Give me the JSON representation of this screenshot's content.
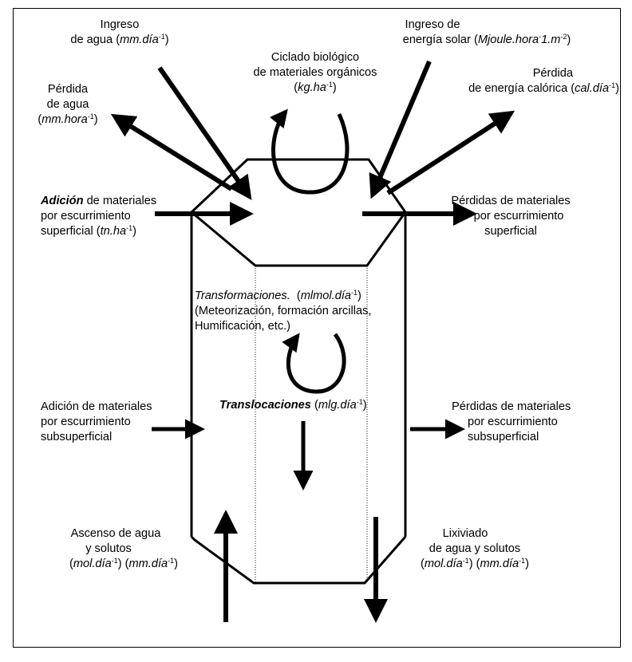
{
  "labels": {
    "ingreso_agua": {
      "line1": "Ingreso",
      "line2_text": "de agua (",
      "line2_unit": "mm.día",
      "line2_exp": "-1",
      "line2_close": ")"
    },
    "ingreso_energia": {
      "line1": "Ingreso de",
      "line2_text": "energía solar (",
      "line2_unit_a": "Mjoule.hora",
      "line2_exp_a": "-",
      "line2_unit_b": "1.m",
      "line2_exp_b": "-2",
      "line2_close": ")"
    },
    "ciclado": {
      "line1": "Ciclado biológico",
      "line2": "de materiales orgánicos",
      "line3_open": "(",
      "line3_unit": "kg.ha",
      "line3_exp": "-1",
      "line3_close": ")"
    },
    "perdida_agua": {
      "line1": "Pérdida",
      "line2": "de agua",
      "line3_open": "(",
      "line3_unit": "mm.hora",
      "line3_exp": "-1",
      "line3_close": ")"
    },
    "perdida_energia": {
      "line1": "Pérdida",
      "line2_text": "de energía calórica (",
      "line2_unit": "cal.día",
      "line2_exp": "-1",
      "line2_close": ")"
    },
    "adicion_superficial": {
      "line1_bold": "Adición",
      "line1_rest": " de materiales",
      "line2": "por escurrimiento",
      "line3_text": "superficial (",
      "line3_unit": "tn.ha",
      "line3_exp": "-1",
      "line3_close": ")"
    },
    "perdidas_superficial": {
      "line1": "Pérdidas de materiales",
      "line2": "por escurrimiento",
      "line3": "superficial"
    },
    "transformaciones": {
      "line1_title": "Transformaciones.",
      "line1_open": "  (",
      "line1_unit": "mlmol.día",
      "line1_exp": "-1",
      "line1_close": ")",
      "line2": "(Meteorización, formación arcillas,",
      "line3": "Humificación, etc.)"
    },
    "translocaciones": {
      "title": "Translocaciones",
      "open": " (",
      "unit": "mlg.día",
      "exp": "-1",
      "close": ")"
    },
    "adicion_subsuperficial": {
      "line1": "Adición de materiales",
      "line2": "por escurrimiento",
      "line3": "subsuperficial"
    },
    "perdidas_subsuperficial": {
      "line1": "Pérdidas de materiales",
      "line2": "por escurrimiento",
      "line3": "subsuperficial"
    },
    "ascenso": {
      "line1": "Ascenso de agua",
      "line2": "y solutos",
      "line3_open": "(",
      "line3_unit1": "mol.día",
      "line3_exp1": "-1",
      "line3_mid": ") (",
      "line3_unit2": "mm.día",
      "line3_exp2": "-1",
      "line3_close": ")"
    },
    "lixiviado": {
      "line1": "Lixiviado",
      "line2": "de agua y solutos",
      "line3_open": "(",
      "line3_unit1": "mol.día",
      "line3_exp1": "-1",
      "line3_mid": ") (",
      "line3_unit2": "mm.día",
      "line3_exp2": "-1",
      "line3_close": ")"
    }
  }
}
